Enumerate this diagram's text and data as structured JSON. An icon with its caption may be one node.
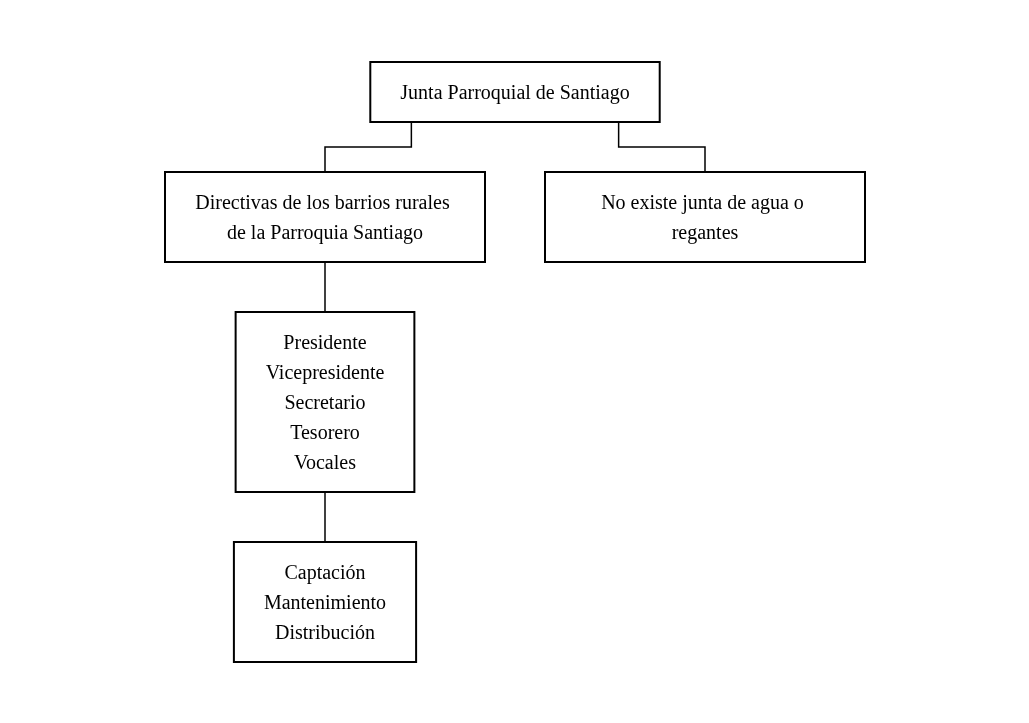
{
  "diagram": {
    "nodes": [
      {
        "text": [
          "Junta Parroquial de Santiago"
        ]
      },
      {
        "text": [
          "Directivas de los barrios rurales de la Parroquia Santiago"
        ]
      },
      {
        "text": [
          "No existe junta de agua o regantes"
        ]
      },
      {
        "text": [
          "Presidente",
          "Vicepresidente",
          "Secretario",
          "Tesorero",
          "Vocales"
        ]
      },
      {
        "text": [
          "Captación",
          "Mantenimiento",
          "Distribución"
        ]
      }
    ],
    "edges": [
      {
        "from": 0,
        "to": 1,
        "arrow": "none"
      },
      {
        "from": 0,
        "to": 2,
        "arrow": "none"
      },
      {
        "from": 1,
        "to": 3,
        "arrow": "none"
      },
      {
        "from": 3,
        "to": 4,
        "arrow": "none"
      }
    ]
  }
}
